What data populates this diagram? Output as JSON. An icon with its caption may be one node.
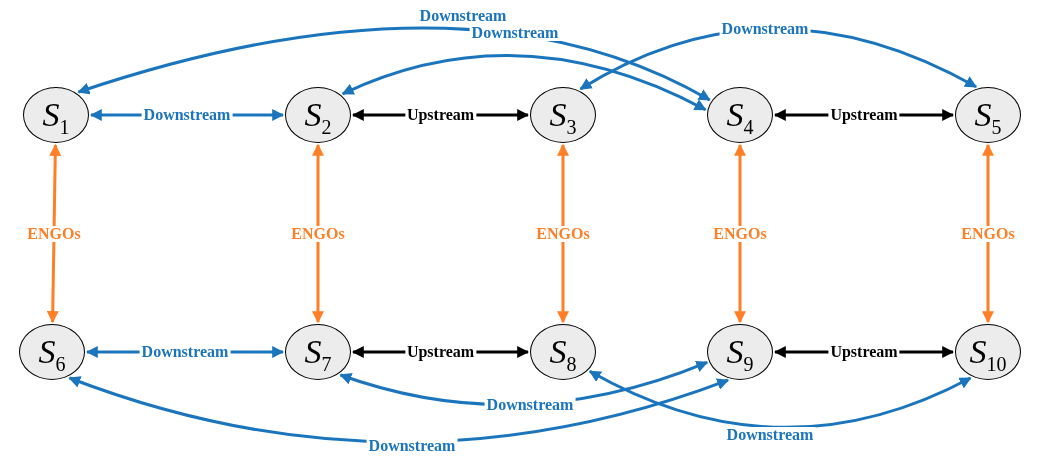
{
  "diagram": {
    "nodes": [
      {
        "text": [
          "S$_{1}$"
        ]
      },
      {
        "text": [
          "S$_{2}$"
        ]
      },
      {
        "text": [
          "S$_{3}$"
        ]
      },
      {
        "text": [
          "S$_{4}$"
        ]
      },
      {
        "text": [
          "S$_{5}$"
        ]
      },
      {
        "text": [
          "S$_{6}$"
        ]
      },
      {
        "text": [
          "S$_{7}$"
        ]
      },
      {
        "text": [
          "S$_{8}$"
        ]
      },
      {
        "text": [
          "S$_{9}$"
        ]
      },
      {
        "text": [
          "S$_{10}$"
        ]
      }
    ],
    "edges": [
      {
        "from": 0,
        "to": 3,
        "arrow": "both",
        "label": "Downstream"
      },
      {
        "from": 1,
        "to": 3,
        "arrow": "both",
        "label": "Downstream"
      },
      {
        "from": 2,
        "to": 4,
        "arrow": "both",
        "label": "Downstream"
      },
      {
        "from": 0,
        "to": 1,
        "arrow": "both",
        "label": "Downstream"
      },
      {
        "from": 1,
        "to": 2,
        "arrow": "both",
        "label": "Upstream",
        "color": "#000000"
      },
      {
        "from": 3,
        "to": 4,
        "arrow": "both",
        "label": "Upstream",
        "color": "#000000"
      },
      {
        "from": 0,
        "to": 5,
        "arrow": "both",
        "label": "ENGOs",
        "color": "#ff7f27"
      },
      {
        "from": 1,
        "to": 6,
        "arrow": "both",
        "label": "ENGOs",
        "color": "#ff7f27"
      },
      {
        "from": 2,
        "to": 7,
        "arrow": "both",
        "label": "ENGOs",
        "color": "#ff7f27"
      },
      {
        "from": 3,
        "to": 8,
        "arrow": "both",
        "label": "ENGOs",
        "color": "#ff7f27"
      },
      {
        "from": 4,
        "to": 9,
        "arrow": "both",
        "label": "ENGOs",
        "color": "#ff7f27"
      },
      {
        "from": 5,
        "to": 6,
        "arrow": "both",
        "label": "Downstream"
      },
      {
        "from": 6,
        "to": 7,
        "arrow": "both",
        "label": "Upstream",
        "color": "#000000"
      },
      {
        "from": 8,
        "to": 9,
        "arrow": "both",
        "label": "Upstream",
        "color": "#000000"
      },
      {
        "from": 6,
        "to": 8,
        "arrow": "both",
        "label": "Downstream"
      },
      {
        "from": 5,
        "to": 8,
        "arrow": "both",
        "label": "Downstream"
      },
      {
        "from": 7,
        "to": 9,
        "arrow": "both",
        "label": "Downstream"
      }
    ]
  }
}
